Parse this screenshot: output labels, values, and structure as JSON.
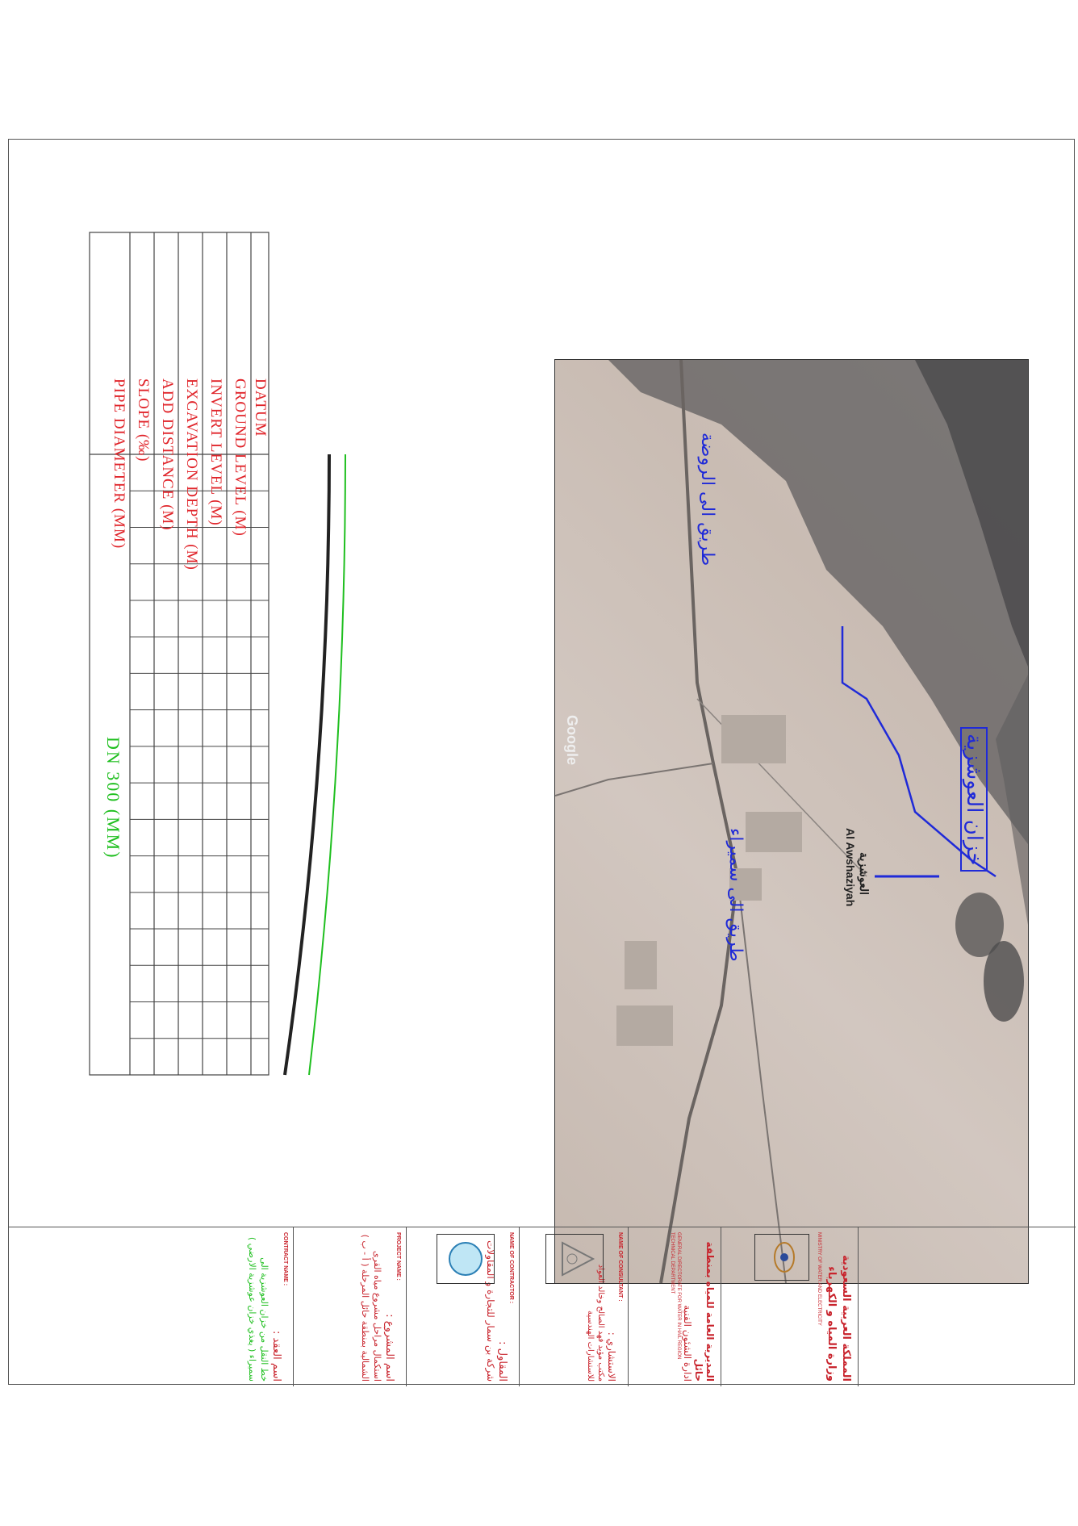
{
  "profile": {
    "row_labels": [
      "DATUM",
      "GROUND LEVEL (M)",
      "INVERT LEVEL (M)",
      "EXCAVATION DEPTH (M)",
      "ADD DISTANCE (M)",
      "SLOPE (‰)",
      "PIPE DIAMETER (MM)"
    ],
    "pipe_label": "DN   300  (MM)",
    "colors": {
      "ground_line": "#1fbf1f",
      "pipe_line": "#222222",
      "labels": "#e0242a",
      "slope_values": "#1fbf1f",
      "distance_values": "#1fbf1f"
    }
  },
  "map": {
    "source_mark": "Google",
    "labels": {
      "tank": "خزان العوشزية",
      "road_rawda": "طريق الى الروضة",
      "road_sameera": "طريق الى سميراء",
      "town_ar": "العوشزية",
      "town_en": "Al Awshaziyah"
    },
    "colors": {
      "route": "#1f2ad8",
      "label": "#1f2ad8"
    }
  },
  "title_block": {
    "kingdom": "المملكة العربية السعودية",
    "ministry": "وزارة المياه و الكهرباء",
    "ministry_en": "MINISTRY OF WATER AND ELECTRICITY",
    "directorate": "المديرية العامة للمياه بمنطقة حائل",
    "dept": "ادارة الشئون الفنية",
    "directorate_en": "GENERAL DIRECTORATE FOR WATER IN HAIL REGION TECHNICAL DEPARTMENT",
    "consultant_hdr": "NAME OF CONSULTANT :",
    "consultant_ar": "الاستشاري :",
    "consultant_name": "مكتب مؤيد فهد الصالح وخالد العواد للاستشارات الهندسية",
    "contractor_hdr": "NAME OF CONTRACTOR :",
    "contractor_ar": "المقاول :",
    "contractor_name": "شركة بن سمار للتجارة و المقاولات",
    "project_hdr": "PROJECT NAME :",
    "project_ar": "اسم المشروع :",
    "project_name": "استكمال مراحل مشروع مياه القرى الشمالية بمنطقة حائل المرحلة ( أ - ب )",
    "contract_hdr": "CONTRACT NAME :",
    "contract_ar": "اسم العقد :",
    "contract_name": "خط النقل من خزان العوشزية الى سميراء ( يغذي خزان عوشزية الارضي )"
  }
}
